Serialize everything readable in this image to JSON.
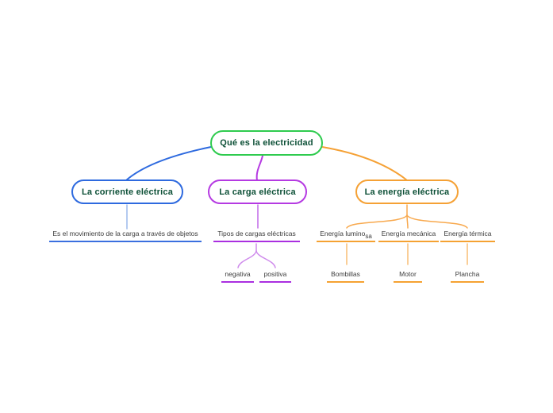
{
  "map": {
    "root": {
      "label": "Qué es la electricidad"
    },
    "level1": [
      {
        "label": "La corriente eléctrica"
      },
      {
        "label": "La carga eléctrica"
      },
      {
        "label": "La energía eléctrica"
      }
    ],
    "level2": [
      {
        "label": "Es el movimiento de la carga a través de objetos"
      },
      {
        "label": "Tipos de cargas eléctricas"
      },
      {
        "label_main": "Energía lumino",
        "label_suffix": "sa"
      },
      {
        "label": "Energía mecánica"
      },
      {
        "label": "Energía térmica"
      }
    ],
    "level3": [
      {
        "label": "negativa"
      },
      {
        "label": "positiva"
      },
      {
        "label": "Bombillas"
      },
      {
        "label": "Motor"
      },
      {
        "label": "Plancha"
      }
    ]
  },
  "colors": {
    "root_green": "#2ecb4e",
    "branch_blue": "#2e6adf",
    "branch_purple": "#b53ae2",
    "branch_orange": "#f5a135",
    "underline_blue": "#3a6fdf",
    "underline_purple": "#aa2fe0",
    "underline_orange": "#f5a232",
    "node_text": "#0d5037",
    "topic_text": "#3c3c3c",
    "background": "#ffffff"
  }
}
